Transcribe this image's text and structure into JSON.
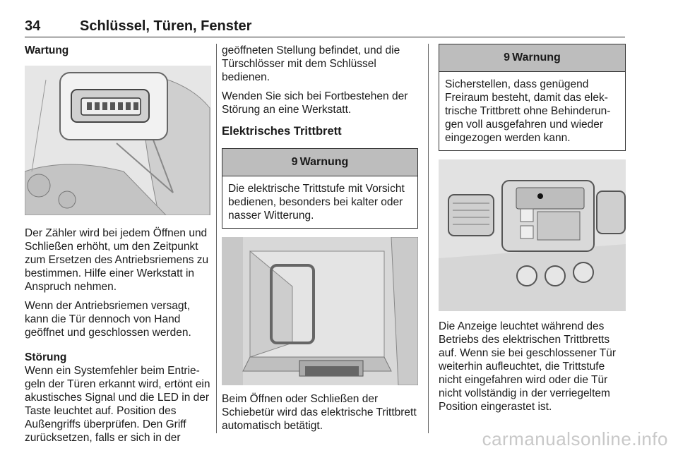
{
  "header": {
    "page_number": "34",
    "title": "Schlüssel, Türen, Fenster"
  },
  "col1": {
    "heading": "Wartung",
    "p1": "Der Zähler wird bei jedem Öffnen und Schließen erhöht, um den Zeitpunkt zum Ersetzen des Antriebsriemens zu bestimmen. Hilfe einer Werkstatt in Anspruch nehmen.",
    "p2": "Wenn der Antriebsriemen versagt, kann die Tür dennoch von Hand geöffnet und geschlossen werden.",
    "sub": "Störung",
    "p3": "Wenn ein Systemfehler beim Entrie­geln der Türen erkannt wird, ertönt ein akustisches Signal und die LED in der Taste leuchtet auf. Position des Außengriffs überprüfen. Den Griff zurücksetzen, falls er sich in der"
  },
  "col2": {
    "p1": "geöffneten Stellung befindet, und die Türschlösser mit dem Schlüssel bedienen.",
    "p2": "Wenden Sie sich bei Fortbestehen der Störung an eine Werkstatt.",
    "section": "Elektrisches Trittbrett",
    "warning_symbol": "9",
    "warning_title": "Warnung",
    "warning_text": "Die elektrische Trittstufe mit Vorsicht bedienen, besonders bei kalter oder nasser Witterung.",
    "p3": "Beim Öffnen oder Schließen der Schiebetür wird das elektrische Tritt­brett automatisch betätigt."
  },
  "col3": {
    "warning_symbol": "9",
    "warning_title": "Warnung",
    "warning_text": "Sicherstellen, dass genügend Freiraum besteht, damit das elek­trische Trittbrett ohne Behinderun­gen voll ausgefahren und wieder eingezogen werden kann.",
    "p1": "Die Anzeige leuchtet während des Betriebs des elektrischen Trittbretts auf. Wenn sie bei geschlossener Tür weiterhin aufleuchtet, die Trittstufe nicht eingefahren wird oder die Tür nicht vollständig in der verriegeltem Position eingerastet ist."
  },
  "footer": {
    "watermark": "carmanualsonline.info"
  }
}
